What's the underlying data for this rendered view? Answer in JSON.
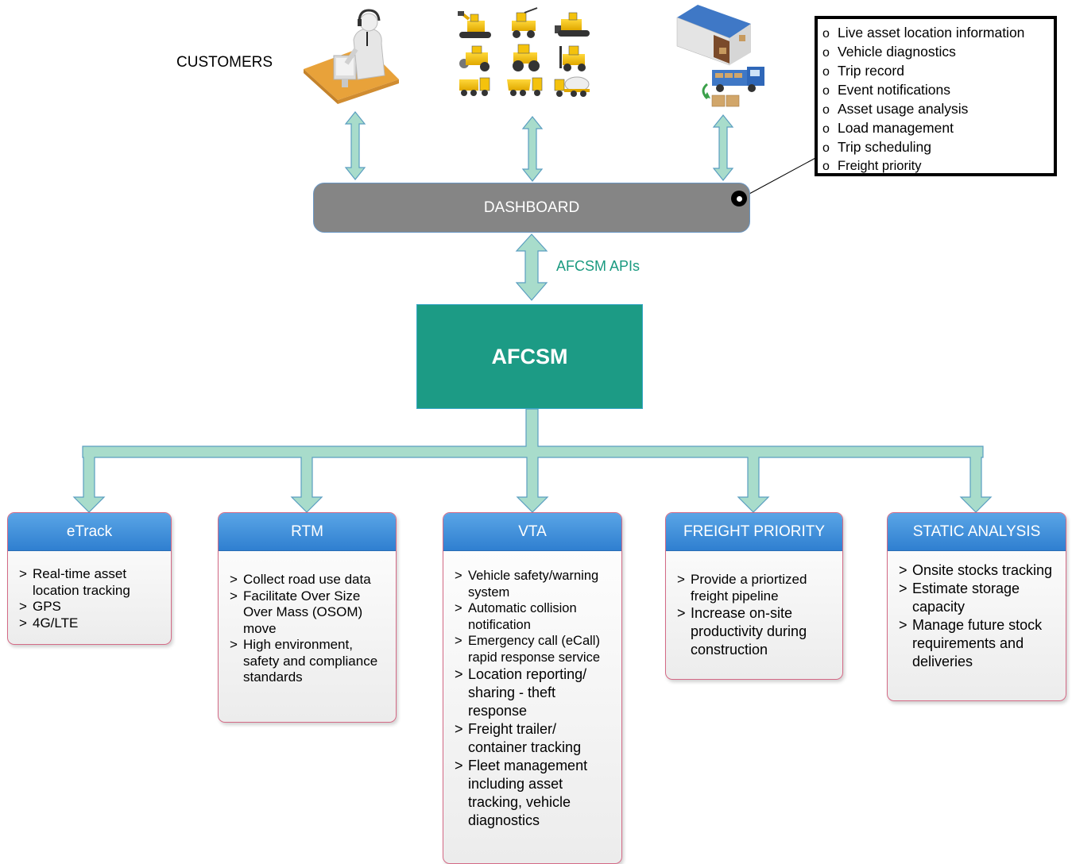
{
  "customers_label": "CUSTOMERS",
  "dashboard_label": "DASHBOARD",
  "api_label": "AFCSM APIs",
  "core_label": "AFCSM",
  "features": [
    {
      "bullet": "o",
      "text": "Live asset location information"
    },
    {
      "bullet": "o",
      "text": "Vehicle diagnostics"
    },
    {
      "bullet": "o",
      "text": "Trip record"
    },
    {
      "bullet": "o",
      "text": "Event notifications"
    },
    {
      "bullet": "o",
      "text": "Asset usage analysis"
    },
    {
      "bullet": "o",
      "text": "Load management"
    },
    {
      "bullet": "o",
      "text": "Trip scheduling"
    },
    {
      "bullet": "o",
      "text": "Freight priority"
    }
  ],
  "modules": {
    "etrack": {
      "title": "eTrack",
      "items": [
        "Real-time asset location tracking",
        "GPS",
        "4G/LTE"
      ]
    },
    "rtm": {
      "title": "RTM",
      "items": [
        "Collect road use data",
        "Facilitate Over Size Over Mass (OSOM) move",
        "High environment, safety and compliance standards"
      ]
    },
    "vta": {
      "title": "VTA",
      "items": [
        "Vehicle safety/warning system",
        "Automatic collision notification",
        "Emergency call (eCall) rapid response service",
        "Location reporting/ sharing - theft response",
        "Freight trailer/ container tracking",
        "Fleet management including asset tracking, vehicle diagnostics"
      ]
    },
    "freight": {
      "title": "FREIGHT PRIORITY",
      "items": [
        "Provide a priortized freight pipeline",
        "Increase on-site productivity during construction"
      ]
    },
    "static": {
      "title": "STATIC ANALYSIS",
      "items": [
        "Onsite stocks tracking",
        "Estimate storage capacity",
        "Manage future stock requirements and deliveries"
      ]
    }
  },
  "bullet_marker": ">",
  "colors": {
    "arrow_fill": "#a8dccb",
    "arrow_stroke": "#5a9ec0",
    "core": "#1c9b85",
    "dashboard": "#858585",
    "module_header": "#3b8ad8",
    "module_border": "#d46a86",
    "machine_yellow": "#f4c20d"
  },
  "icons": [
    "operator-headset-icon",
    "construction-machinery-icon",
    "warehouse-truck-icon"
  ]
}
